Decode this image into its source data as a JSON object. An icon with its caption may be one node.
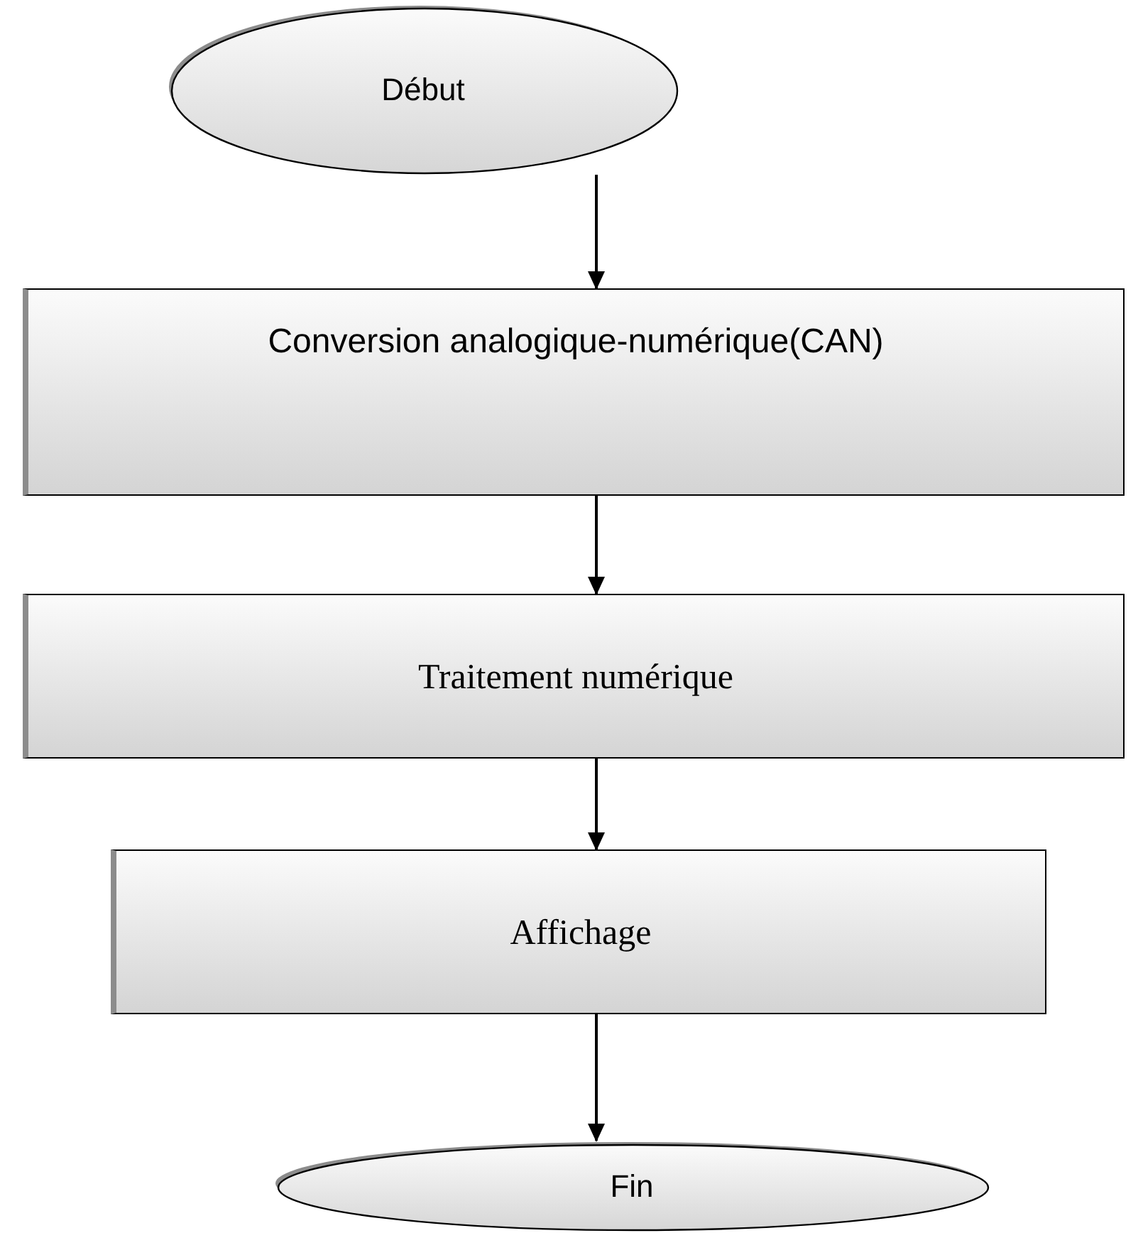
{
  "diagram": {
    "nodes": [
      {
        "text": [
          "Début"
        ]
      },
      {
        "text": [
          "Conversion analogique-numérique(CAN)"
        ]
      },
      {
        "text": [
          "Traitement numérique"
        ]
      },
      {
        "text": [
          "Affichage"
        ]
      },
      {
        "text": [
          "Fin"
        ]
      }
    ],
    "edges": [
      {
        "from": 0,
        "to": 1,
        "arrow": "to"
      },
      {
        "from": 1,
        "to": 2,
        "arrow": "to"
      },
      {
        "from": 2,
        "to": 3,
        "arrow": "to"
      },
      {
        "from": 3,
        "to": 4,
        "arrow": "to"
      }
    ]
  }
}
